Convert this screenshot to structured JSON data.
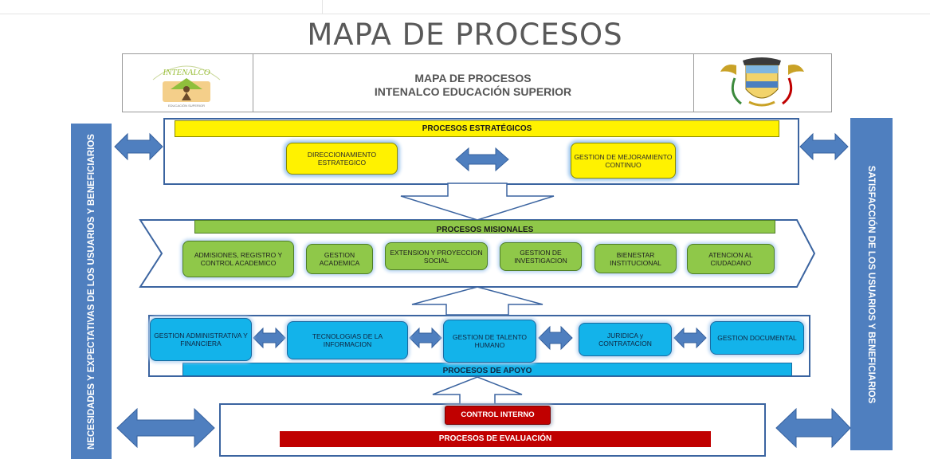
{
  "page_title": "MAPA DE PROCESOS",
  "header": {
    "title_line1": "MAPA DE PROCESOS",
    "title_line2": "INTENALCO EDUCACIÓN SUPERIOR",
    "left_logo_text": "INTENALCO",
    "left_logo_tagline": "EDUCACIÓN SUPERIOR"
  },
  "side_left": "NECESIDADES Y EXPECTATIVAS DE LOS USUARIOS Y BENEFICIARIOS",
  "side_right": "SATISFACCIÓN DE LOS USUARIOS Y BENEFICIARIOS",
  "estrategicos": {
    "band": "PROCESOS ESTRATÉGICOS",
    "items": [
      "DIRECCIONAMIENTO ESTRATEGICO",
      "GESTION DE MEJORAMIENTO CONTINUO"
    ]
  },
  "misionales": {
    "band": "PROCESOS MISIONALES",
    "items": [
      "ADMISIONES, REGISTRO Y CONTROL ACADEMICO",
      "GESTION ACADEMICA",
      "EXTENSION Y PROYECCION SOCIAL",
      "GESTION DE INVESTIGACION",
      "BIENESTAR INSTITUCIONAL",
      "ATENCION AL CIUDADANO"
    ]
  },
  "apoyo": {
    "band": "PROCESOS DE APOYO",
    "items": [
      "GESTION ADMINISTRATIVA Y FINANCIERA",
      "TECNOLOGIAS DE LA INFORMACION",
      "GESTION DE TALENTO HUMANO",
      "JURIDICA y CONTRATACION",
      "GESTION DOCUMENTAL"
    ]
  },
  "evaluacion": {
    "band": "PROCESOS DE EVALUACIÓN",
    "items": [
      "CONTROL INTERNO"
    ]
  },
  "colors": {
    "strategic": "#fff200",
    "missional": "#8fc849",
    "support": "#13b3ea",
    "evaluation": "#c00000",
    "arrow": "#4f7fbf",
    "frame": "#3b64a0"
  }
}
